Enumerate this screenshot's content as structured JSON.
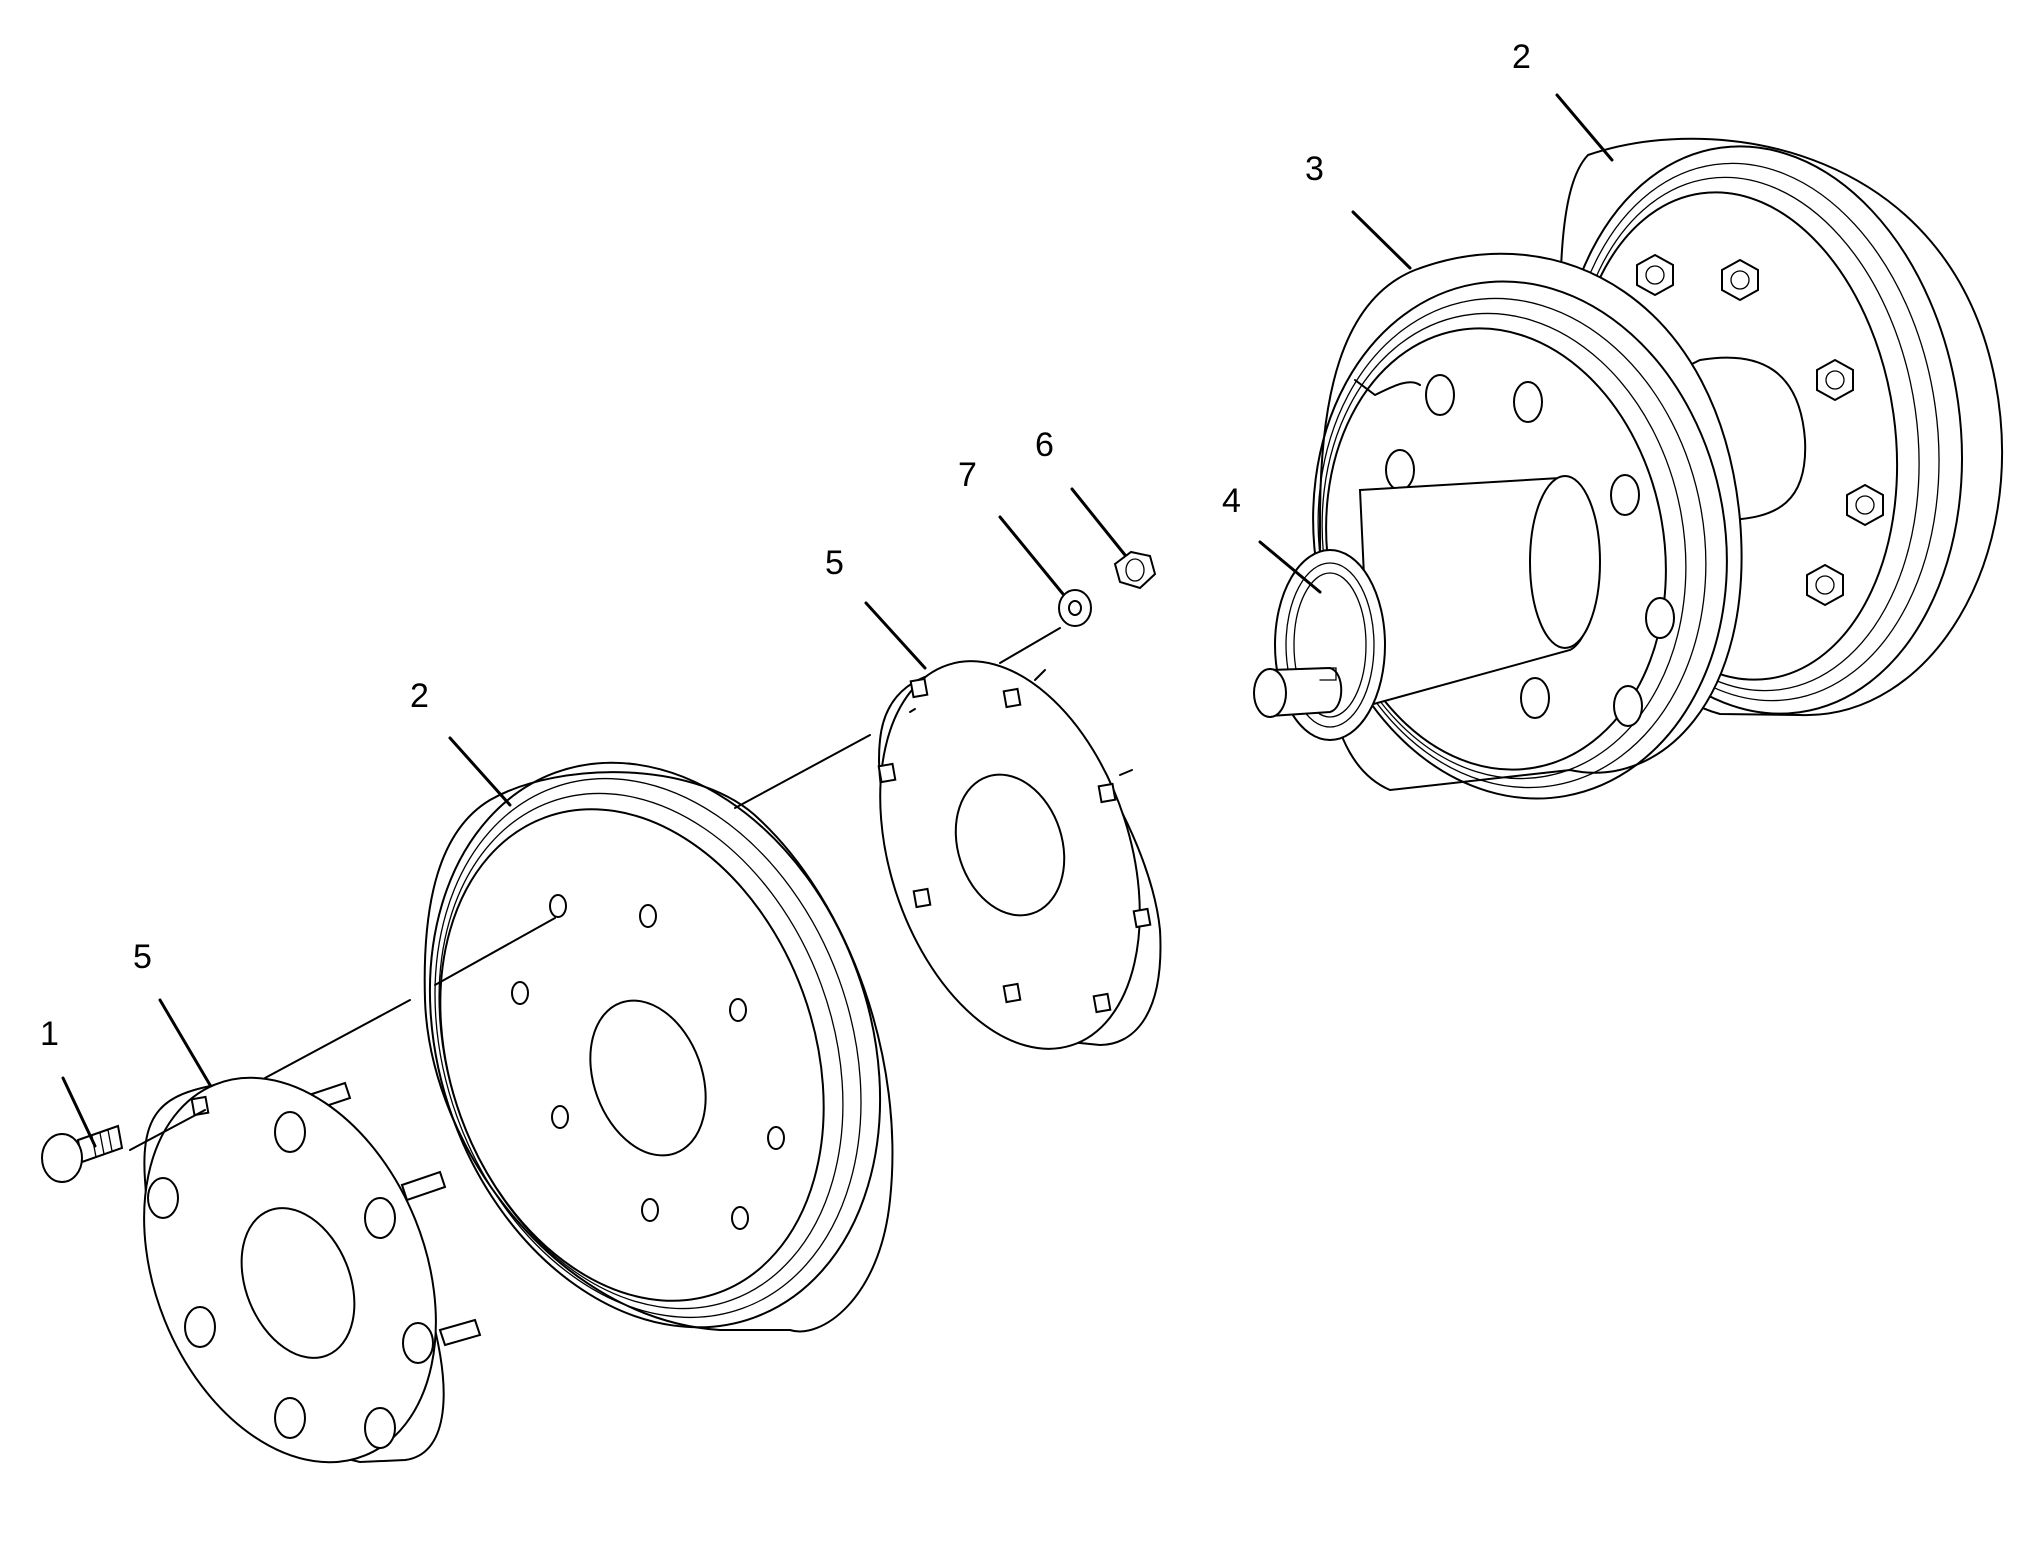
{
  "callouts": {
    "c1": "1",
    "c5_left": "5",
    "c2_front": "2",
    "c5_center": "5",
    "c7": "7",
    "c6": "6",
    "c4": "4",
    "c3": "3",
    "c2_back": "2"
  },
  "colors": {
    "line": "#000000",
    "background": "#ffffff"
  }
}
